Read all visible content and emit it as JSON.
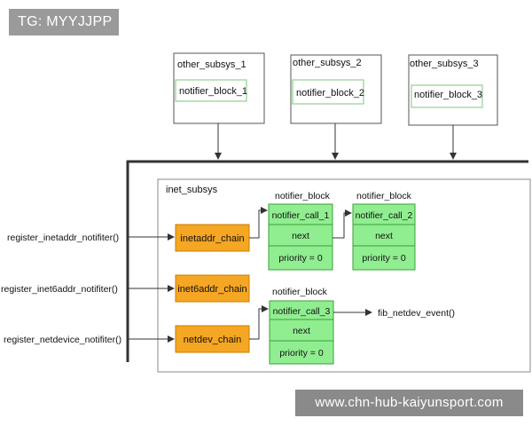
{
  "overlay": {
    "tag": "TG: MYYJJPP",
    "watermark": "www.chn-hub-kaiyunsport.com"
  },
  "subsystems": [
    {
      "name": "other_subsys_1",
      "block": "notifier_block_1"
    },
    {
      "name": "other_subsys_2",
      "block": "notifier_block_2"
    },
    {
      "name": "other_subsys_3",
      "block": "notifier_block_3"
    }
  ],
  "inet": {
    "title": "inet_subsys",
    "chains": [
      "inetaddr_chain",
      "inet6addr_chain",
      "netdev_chain"
    ]
  },
  "functions": [
    "register_inetaddr_notifiter()",
    "register_inet6addr_notifiter()",
    "register_netdevice_notifiter()"
  ],
  "notifier_blocks": [
    {
      "title": "notifier_block",
      "call": "notifier_call_1",
      "next": "next",
      "priority": "priority = 0"
    },
    {
      "title": "notifier_block",
      "call": "notifier_call_2",
      "next": "next",
      "priority": "priority = 0"
    },
    {
      "title": "notifier_block",
      "call": "notifier_call_3",
      "next": "next",
      "priority": "priority = 0"
    }
  ],
  "event": "fib_netdev_event()",
  "colors": {
    "chain_fill": "#f5a623",
    "chain_border": "#c97e00",
    "block_fill": "#90ee90",
    "block_border": "#3aa03a",
    "line": "#333333"
  }
}
